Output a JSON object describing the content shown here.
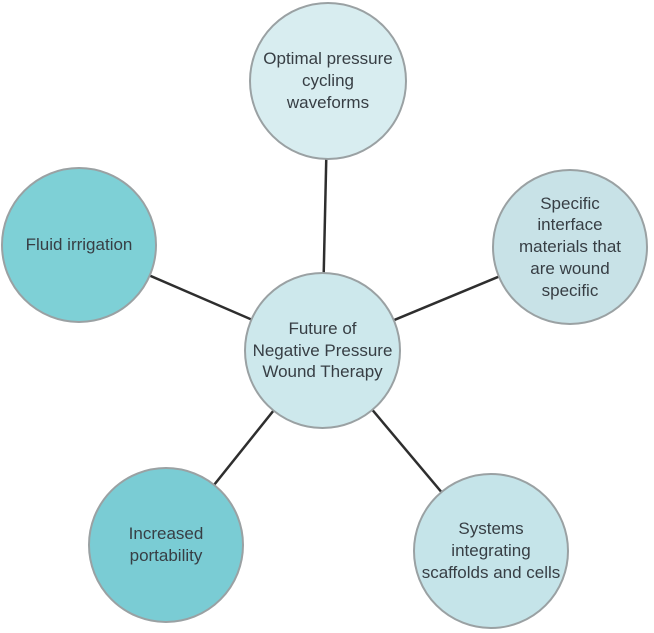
{
  "figure": {
    "type": "hub-and-spoke-diagram",
    "background_color": "#ffffff",
    "connector_color": "#2e2e2e",
    "node_border_color": "#9aa1a3",
    "text_color": "#373e44",
    "hub": {
      "id": "hub",
      "label": "Future of\nNegative Pressure\nWound Therapy",
      "fill": "#cde8ec"
    },
    "spokes": [
      {
        "id": "top",
        "label": "Optimal pressure\ncycling\nwaveforms",
        "fill": "#d8edf0"
      },
      {
        "id": "right",
        "label": "Specific\ninterface\nmaterials that\nare wound\nspecific",
        "fill": "#c8e2e7"
      },
      {
        "id": "bottom-right",
        "label": "Systems\nintegrating\nscaffolds and cells",
        "fill": "#c5e4e9"
      },
      {
        "id": "bottom-left",
        "label": "Increased\nportability",
        "fill": "#7accd4"
      },
      {
        "id": "left",
        "label": "Fluid irrigation",
        "fill": "#7ed0d6"
      }
    ]
  }
}
